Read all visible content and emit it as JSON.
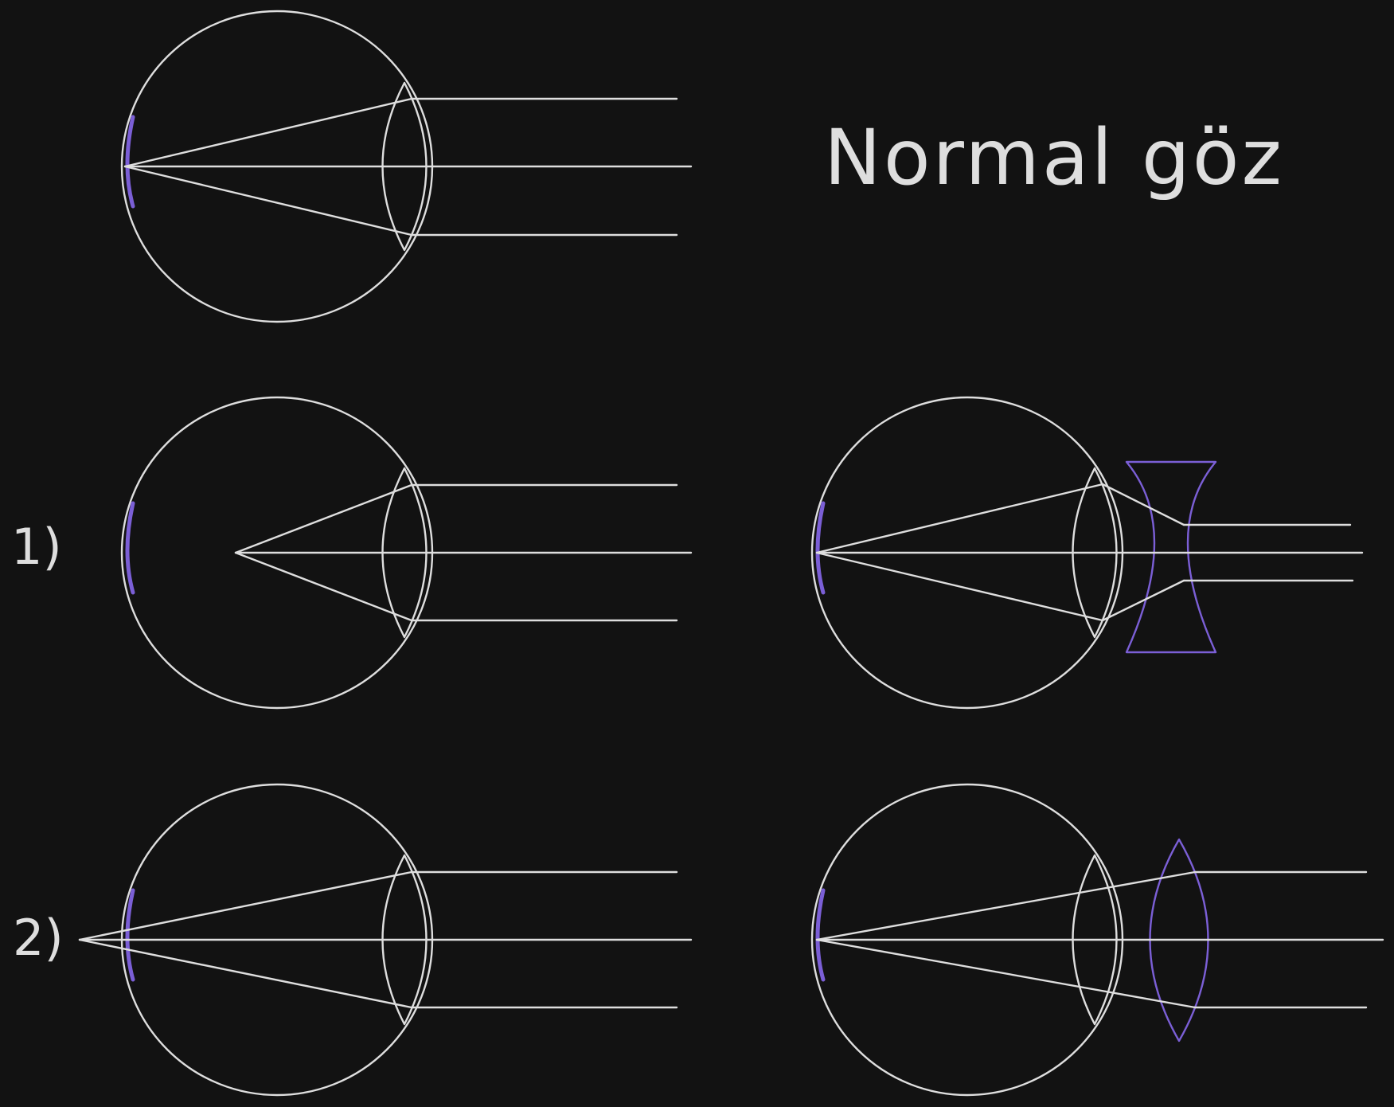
{
  "title": "Normal göz",
  "labels": {
    "case1": "1)",
    "case2": "2)"
  },
  "colors": {
    "background": "#121212",
    "line": "#dedede",
    "accent": "#7b5fd6"
  },
  "diagrams": [
    {
      "id": "normal-eye",
      "lens": "none"
    },
    {
      "id": "myopic-eye",
      "lens": "none"
    },
    {
      "id": "myopic-eye-corrected",
      "lens": "concave"
    },
    {
      "id": "hyperopic-eye",
      "lens": "none"
    },
    {
      "id": "hyperopic-eye-corrected",
      "lens": "convex"
    }
  ]
}
